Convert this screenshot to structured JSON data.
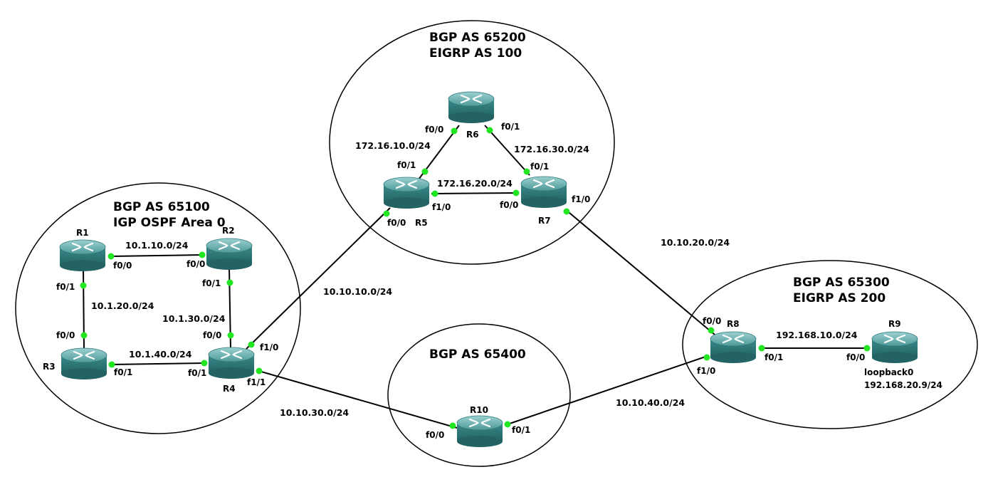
{
  "diagram": {
    "as_groups": [
      {
        "id": "as65200",
        "lines": [
          "BGP AS 65200",
          "EIGRP AS 100"
        ]
      },
      {
        "id": "as65100",
        "lines": [
          "BGP AS 65100",
          "IGP OSPF Area 0"
        ]
      },
      {
        "id": "as65300",
        "lines": [
          "BGP AS 65300",
          "EIGRP AS 200"
        ]
      },
      {
        "id": "as65400",
        "lines": [
          "BGP AS 65400"
        ]
      }
    ],
    "routers": [
      {
        "id": "R1",
        "label": "R1"
      },
      {
        "id": "R2",
        "label": "R2"
      },
      {
        "id": "R3",
        "label": "R3"
      },
      {
        "id": "R4",
        "label": "R4"
      },
      {
        "id": "R5",
        "label": "R5"
      },
      {
        "id": "R6",
        "label": "R6"
      },
      {
        "id": "R7",
        "label": "R7"
      },
      {
        "id": "R8",
        "label": "R8"
      },
      {
        "id": "R9",
        "label": "R9"
      },
      {
        "id": "R10",
        "label": "R10"
      }
    ],
    "links": [
      {
        "id": "r1-r2",
        "a": "R1",
        "a_if": "f0/0",
        "b": "R2",
        "b_if": "f0/0",
        "subnet": "10.1.10.0/24"
      },
      {
        "id": "r1-r3",
        "a": "R1",
        "a_if": "f0/1",
        "b": "R3",
        "b_if": "f0/0",
        "subnet": "10.1.20.0/24"
      },
      {
        "id": "r2-r4",
        "a": "R2",
        "a_if": "f0/1",
        "b": "R4",
        "b_if": "f0/0",
        "subnet": "10.1.30.0/24"
      },
      {
        "id": "r3-r4",
        "a": "R3",
        "a_if": "f0/1",
        "b": "R4",
        "b_if": "f0/1",
        "subnet": "10.1.40.0/24"
      },
      {
        "id": "r4-r5",
        "a": "R4",
        "a_if": "f1/0",
        "b": "R5",
        "b_if": "f0/0",
        "subnet": "10.10.10.0/24"
      },
      {
        "id": "r4-r10",
        "a": "R4",
        "a_if": "f1/1",
        "b": "R10",
        "b_if": "f0/0",
        "subnet": "10.10.30.0/24"
      },
      {
        "id": "r5-r6",
        "a": "R5",
        "a_if": "f0/1",
        "b": "R6",
        "b_if": "f0/0",
        "subnet": "172.16.10.0/24"
      },
      {
        "id": "r5-r7",
        "a": "R5",
        "a_if": "f1/0",
        "b": "R7",
        "b_if": "f0/0",
        "subnet": "172.16.20.0/24"
      },
      {
        "id": "r6-r7",
        "a": "R6",
        "a_if": "f0/1",
        "b": "R7",
        "b_if": "f0/1",
        "subnet": "172.16.30.0/24"
      },
      {
        "id": "r7-r8",
        "a": "R7",
        "a_if": "f1/0",
        "b": "R8",
        "b_if": "f0/0",
        "subnet": "10.10.20.0/24"
      },
      {
        "id": "r8-r9",
        "a": "R8",
        "a_if": "f0/1",
        "b": "R9",
        "b_if": "f0/0",
        "subnet": "192.168.10.0/24"
      },
      {
        "id": "r10-r8",
        "a": "R10",
        "a_if": "f0/1",
        "b": "R8",
        "b_if": "f1/0",
        "subnet": "10.10.40.0/24"
      }
    ],
    "annotations": {
      "r9_loopback_name": "loopback0",
      "r9_loopback_ip": "192.168.20.9/24"
    },
    "colors": {
      "router_top": "#4e9a9a",
      "router_body": "#2f7a7a",
      "port_dot": "#22e622",
      "line": "#000000"
    }
  }
}
